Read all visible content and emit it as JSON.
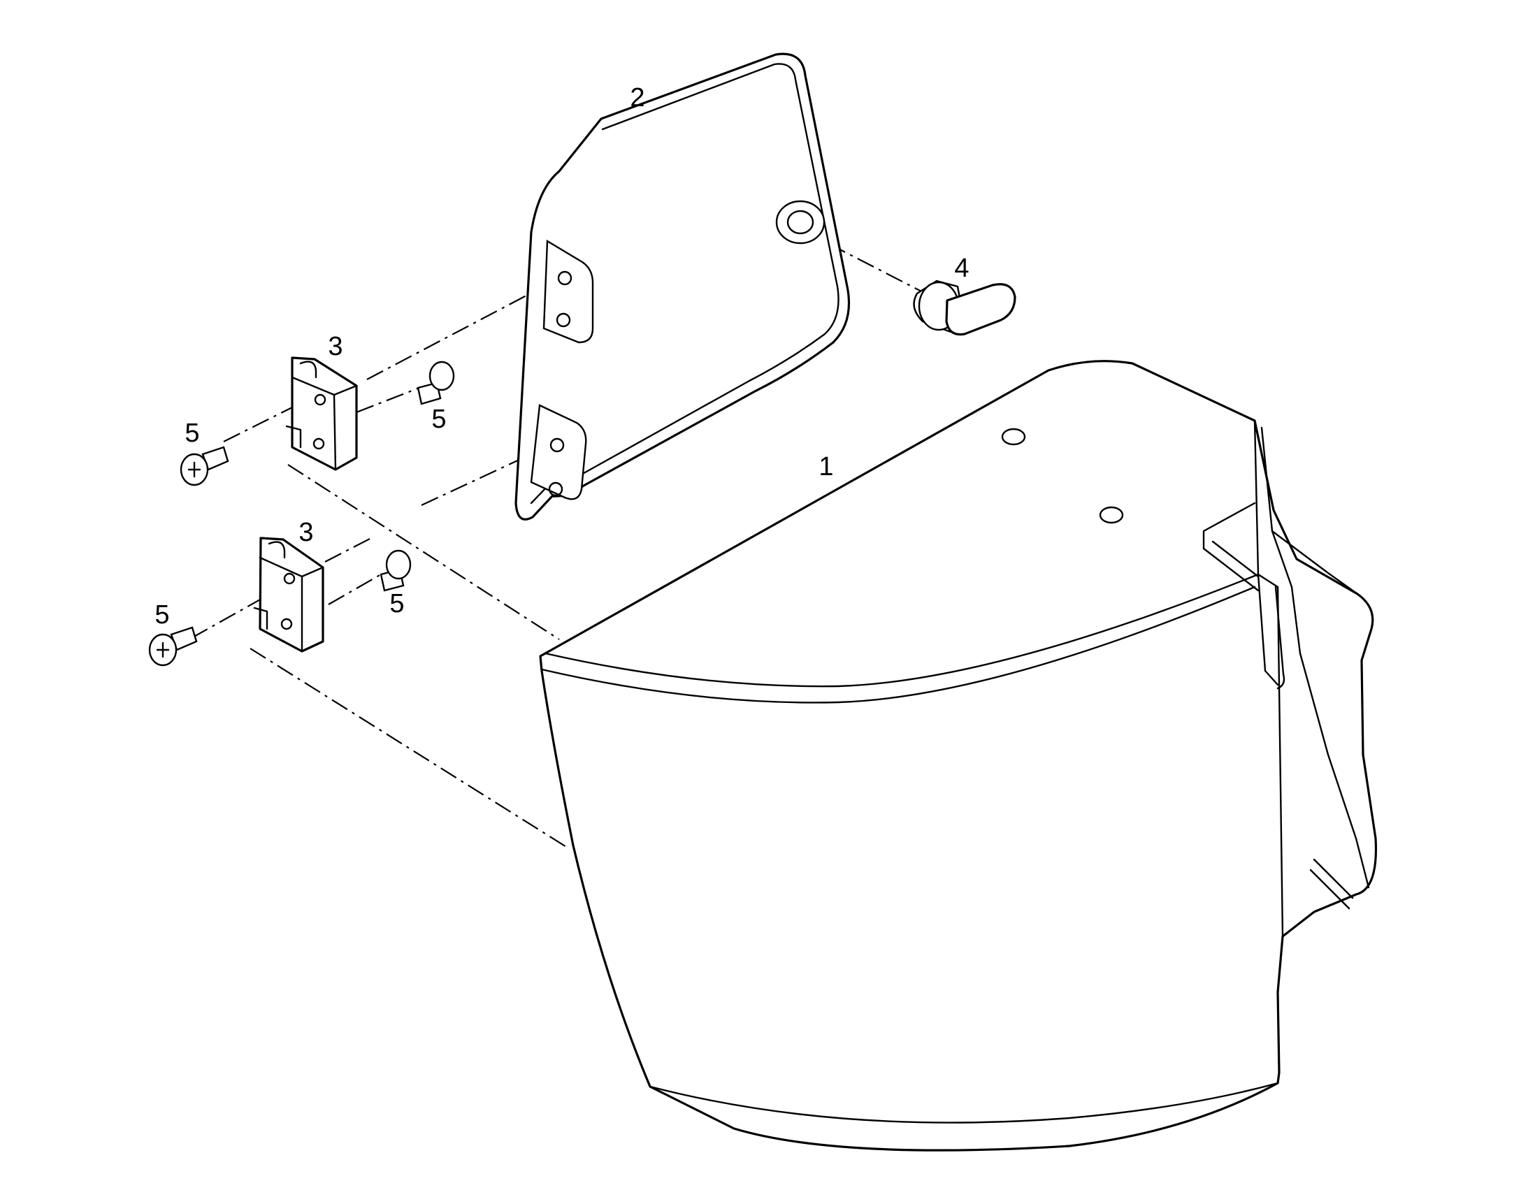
{
  "colors": {
    "line": "#000000",
    "background": "#ffffff"
  },
  "callouts": {
    "housing": "1",
    "cover": "2",
    "hinge_upper": "3",
    "hinge_lower": "3",
    "latch": "4",
    "screw_upper_left": "5",
    "screw_upper_right": "5",
    "screw_lower_left": "5",
    "screw_lower_right": "5"
  }
}
